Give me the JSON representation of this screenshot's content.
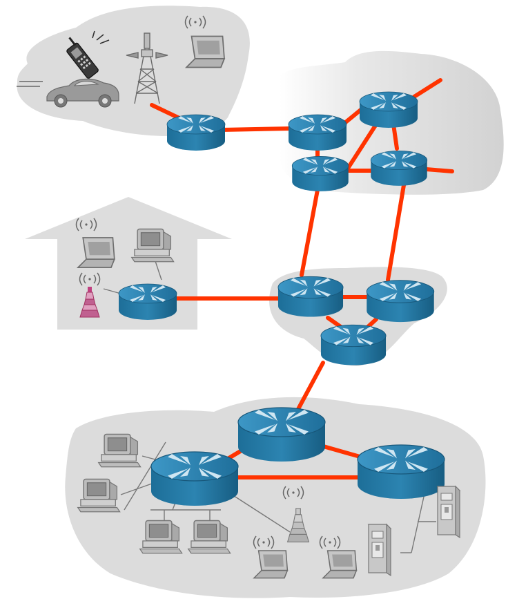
{
  "diagram": {
    "title": "",
    "colors": {
      "link": "#ff3300",
      "router_top": "#2f86b4",
      "router_side": "#1c6e96",
      "cloud": "#dcdcdc",
      "device": "#9a9a9a",
      "house": "#dddddd"
    },
    "regions": [
      {
        "name": "mobile-network"
      },
      {
        "name": "global-isp"
      },
      {
        "name": "home-network"
      },
      {
        "name": "regional-isp"
      },
      {
        "name": "institutional-network"
      }
    ],
    "routers": [
      {
        "id": "r-mobile"
      },
      {
        "id": "r-isp-1"
      },
      {
        "id": "r-isp-2"
      },
      {
        "id": "r-isp-3"
      },
      {
        "id": "r-isp-4"
      },
      {
        "id": "r-home"
      },
      {
        "id": "r-reg-1"
      },
      {
        "id": "r-reg-2"
      },
      {
        "id": "r-reg-3"
      },
      {
        "id": "r-inst-1"
      },
      {
        "id": "r-inst-2"
      },
      {
        "id": "r-inst-3"
      }
    ],
    "devices": {
      "mobile": [
        "cell-phone",
        "car",
        "cell-tower",
        "laptop"
      ],
      "home": [
        "laptop",
        "desktop",
        "wireless-access-point"
      ],
      "institutional": [
        "desktop",
        "desktop",
        "desktop",
        "desktop",
        "laptop",
        "laptop",
        "wireless-access-point",
        "server",
        "server"
      ]
    }
  }
}
